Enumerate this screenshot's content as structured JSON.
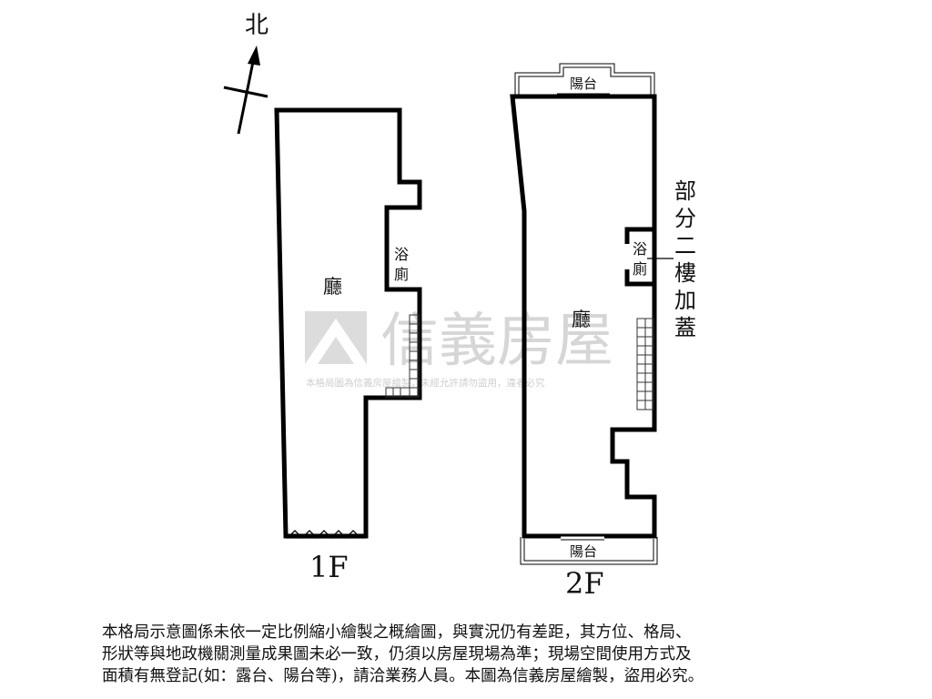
{
  "compass": {
    "north_label": "北"
  },
  "floor1": {
    "floor_label": "1F",
    "rooms": {
      "living": "廳",
      "bath_line1": "浴",
      "bath_line2": "廁"
    }
  },
  "floor2": {
    "floor_label": "2F",
    "rooms": {
      "living": "廳",
      "bath_line1": "浴",
      "bath_line2": "廁",
      "balcony_top": "陽台",
      "balcony_bottom": "陽台"
    }
  },
  "annotation": {
    "chars": [
      "部",
      "分",
      "二",
      "樓",
      "加",
      "蓋"
    ]
  },
  "watermark": {
    "brand": "信義房屋",
    "notice": "本格局圖為信義房屋繪製，未經允許請勿盜用，違者必究"
  },
  "disclaimer": {
    "line1": "本格局示意圖係未依一定比例縮小繪製之概繪圖，與實況仍有差距，其方位、格局、",
    "line2": "形狀等與地政機關測量成果圖未必一致，仍須以房屋現場為準；現場空間使用方式及",
    "line3": "面積有無登記(如：露台、陽台等)，請洽業務人員。本圖為信義房屋繪製，盜用必究。"
  }
}
